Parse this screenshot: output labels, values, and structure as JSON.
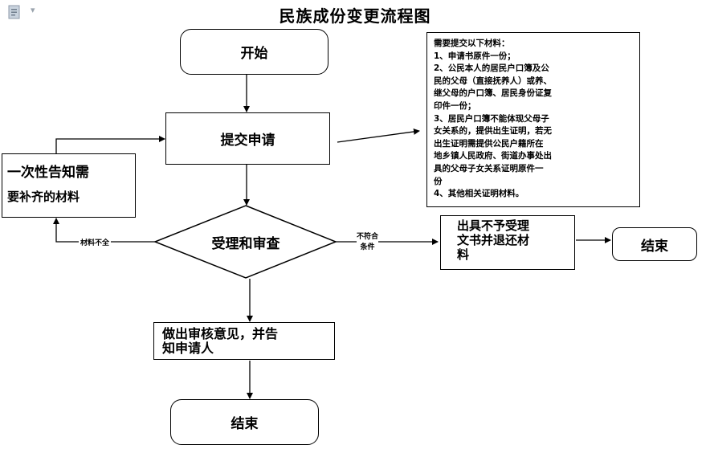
{
  "header": {
    "title": "民族成份变更流程图",
    "doc_icon": "document-icon",
    "dropdown_icon": "chevron-down-icon"
  },
  "nodes": {
    "start": "开始",
    "submit": "提交申请",
    "notice": [
      "一次性告知需",
      "要补齐的材料"
    ],
    "review": "受理和审查",
    "opinion": [
      "做出审核意见，并告",
      "知申请人"
    ],
    "end_main": "结束",
    "reject": [
      "出具不予受理",
      "文书并退还材",
      "料"
    ],
    "end_side": "结束"
  },
  "edge_labels": {
    "incomplete": "材料不全",
    "not_eligible": [
      "不符合",
      "条件"
    ]
  },
  "materials": {
    "lines": [
      "需要提交以下材料：",
      "1、申请书原件一份；",
      "2、公民本人的居民户口簿及公",
      "民的父母（直接抚养人）或养、",
      "继父母的户口簿、居民身份证复",
      "印件一份；",
      "3、居民户口簿不能体现父母子",
      "女关系的，提供出生证明，若无",
      "出生证明需提供公民户籍所在",
      "地乡镇人民政府、街道办事处出",
      "具的父母子女关系证明原件一",
      "份",
      "4、其他相关证明材料。"
    ]
  }
}
